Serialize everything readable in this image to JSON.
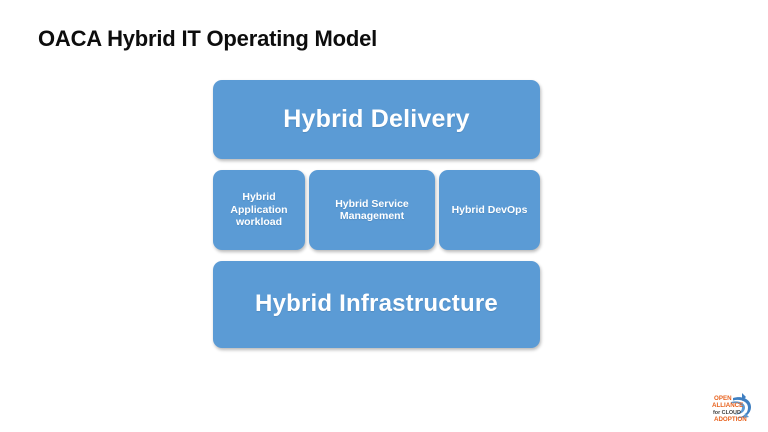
{
  "slide": {
    "title": "OACA Hybrid IT Operating Model",
    "background_color": "#FFFFFF",
    "accent_color": "#5B9BD5",
    "title_color": "#0D0D0D",
    "block_text_color": "#FFFFFF"
  },
  "diagram": {
    "layers": [
      {
        "id": "delivery",
        "label": "Hybrid Delivery"
      },
      {
        "id": "capabilities",
        "blocks": [
          {
            "id": "app-workload",
            "label": "Hybrid\nApplication\nworkload"
          },
          {
            "id": "service-mgmt",
            "label": "Hybrid Service\nManagement"
          },
          {
            "id": "devops",
            "label": "Hybrid DevOps"
          }
        ]
      },
      {
        "id": "infrastructure",
        "label": "Hybrid Infrastructure"
      }
    ]
  },
  "logo": {
    "name": "oaca-logo",
    "line1": "OPEN",
    "line2": "ALLIANCE",
    "line3": "for CLOUD",
    "line4": "ADOPTION",
    "text_color": "#E8611C",
    "swoosh_color": "#3E7FC1"
  }
}
